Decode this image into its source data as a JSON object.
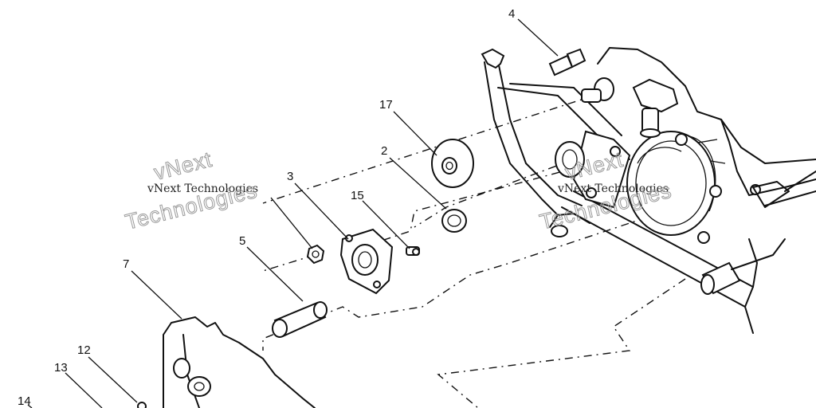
{
  "callouts": {
    "c4": "4",
    "c17": "17",
    "c2": "2",
    "c3": "3",
    "c15": "15",
    "c5": "5",
    "c7": "7",
    "c12": "12",
    "c13": "13",
    "c14": "14"
  },
  "watermark": {
    "caption": "vNext Technologies",
    "word1": "vNext",
    "word2": "Technologies"
  }
}
